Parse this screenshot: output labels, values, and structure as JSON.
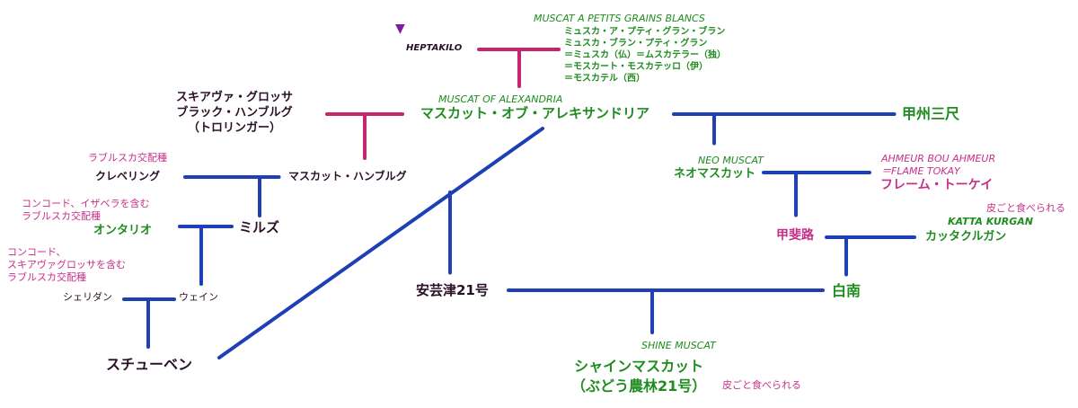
{
  "marker": {
    "glyph": "▼",
    "color": "#7a1fa0"
  },
  "colors": {
    "blue_line": "#1f3fb5",
    "pink_line": "#c7256e",
    "green_text": "#1f8c1f",
    "pink_text": "#c7308a",
    "dark_text": "#2a0f26"
  },
  "muscat_petits": {
    "name": "MUSCAT A PETITS GRAINS BLANCS",
    "aliases": "ミュスカ・ア・プティ・グラン・ブラン\nミュスカ・ブラン・プティ・グラン\n＝ミュスカ（仏）＝ムスカテラー（独）\n＝モスカート・モスカテッロ（伊）\n＝モスカテル（西）"
  },
  "heptakilo": "HEPTAKILO",
  "alexandria": {
    "en": "MUSCAT OF ALEXANDRIA",
    "ja": "マスカット・オブ・アレキサンドリア"
  },
  "schiava": "スキアヴァ・グロッサ\nブラック・ハンブルグ\n（トロリンガー）",
  "koshu": "甲州三尺",
  "neo_muscat": {
    "en": "NEO MUSCAT",
    "ja": "ネオマスカット"
  },
  "flame_tokay": {
    "en": "AHMEUR BOU AHMEUR\n＝FLAME TOKAY",
    "ja": "フレーム・トーケイ"
  },
  "kaiji": "甲斐路",
  "katta": {
    "note": "皮ごと食べられる",
    "en": "KATTA KURGAN",
    "ja": "カッタクルガン"
  },
  "hakunan": "白南",
  "labrusca_note": "ラブルスカ交配種",
  "cleveling": "クレベリング",
  "muscat_hamburg": "マスカット・ハンブルグ",
  "ontario": {
    "note": "コンコード、イザベラを含む\nラブルスカ交配種",
    "ja": "オンタリオ"
  },
  "mills": "ミルズ",
  "sheridan_note": "コンコード、\nスキアヴァグロッサを含む\nラブルスカ交配種",
  "sheridan": "シェリダン",
  "wayne": "ウェイン",
  "steuben": "スチューベン",
  "akitsu": "安芸津21号",
  "shine_muscat": {
    "en": "SHINE MUSCAT",
    "ja": "シャインマスカット\n（ぶどう農林21号）",
    "note": "皮ごと食べられる"
  }
}
